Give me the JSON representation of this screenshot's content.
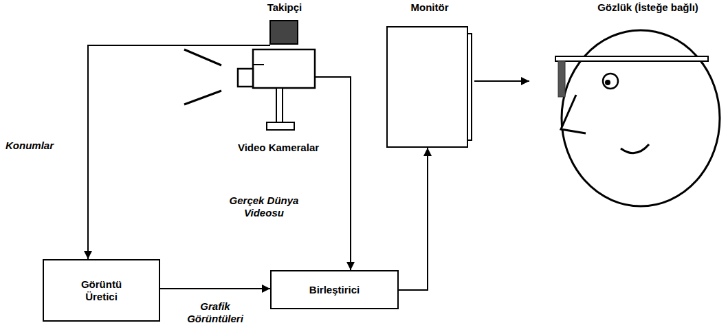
{
  "diagram": {
    "nodes": [
      {
        "text": [
          "Takipçi",
          "Video Kameralar"
        ]
      },
      {
        "text": [
          "Monitör"
        ]
      },
      {
        "text": [
          "Gözlük (İsteğe bağlı)"
        ]
      },
      {
        "text": [
          "Görüntü Üretici"
        ]
      },
      {
        "text": [
          "Birleştirici"
        ]
      }
    ],
    "edges": [
      {
        "from": 0,
        "to": 3,
        "label": "Konumlar",
        "arrow": "to"
      },
      {
        "from": 0,
        "to": 4,
        "label": "Gerçek Dünya Videosu",
        "arrow": "to"
      },
      {
        "from": 3,
        "to": 4,
        "label": "Grafik Görüntüleri",
        "arrow": "to"
      },
      {
        "from": 4,
        "to": 1,
        "arrow": "to"
      },
      {
        "from": 1,
        "to": 2,
        "arrow": "to"
      }
    ]
  }
}
